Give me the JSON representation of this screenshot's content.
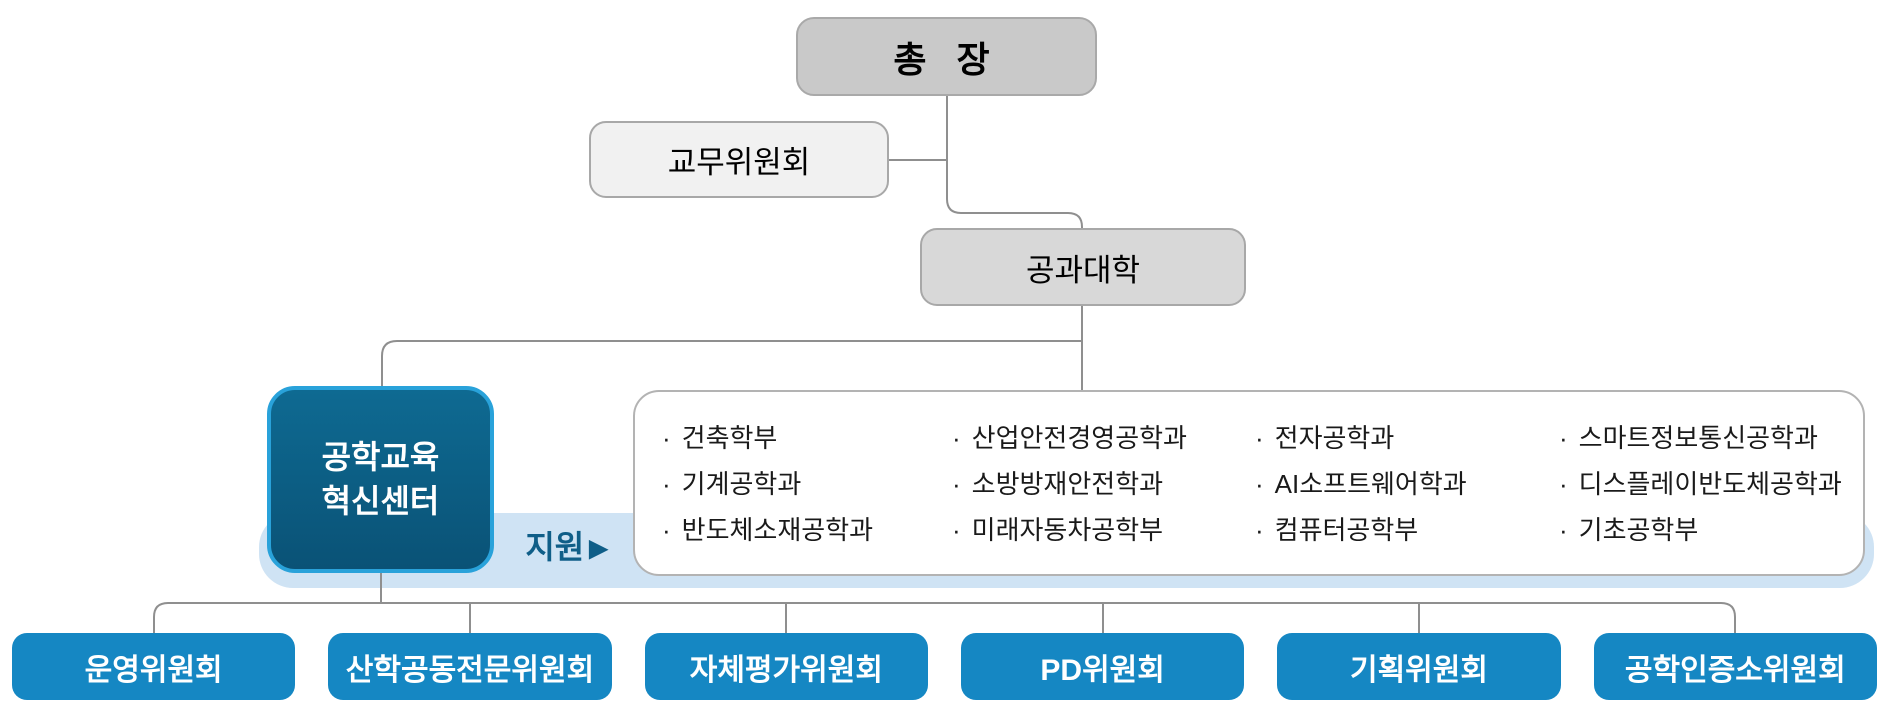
{
  "nodes": {
    "president": "총 장",
    "faculty_committee": "교무위원회",
    "college": "공과대학"
  },
  "center": {
    "line1": "공학교육",
    "line2": "혁신센터",
    "support_label": "지원",
    "support_arrow": "▶"
  },
  "departments": {
    "bullet": "·",
    "columns": [
      [
        "건축학부",
        "기계공학과",
        "반도체소재공학과"
      ],
      [
        "산업안전경영공학과",
        "소방방재안전학과",
        "미래자동차공학부"
      ],
      [
        "전자공학과",
        "AI소프트웨어학과",
        "컴퓨터공학부"
      ],
      [
        "스마트정보통신공학과",
        "디스플레이반도체공학과",
        "기초공학부"
      ]
    ]
  },
  "committees": [
    "운영위원회",
    "산학공동전문위원회",
    "자체평가위원회",
    "PD위원회",
    "기획위원회",
    "공학인증소위원회"
  ],
  "colors": {
    "node_gray": "#c9c9c9",
    "node_lightgray": "#f1f1f1",
    "node_midgray": "#d8d8d8",
    "center_teal": "#0d608a",
    "center_border": "#29a2da",
    "committee_blue": "#1587c3",
    "band_blue": "#cfe3f4",
    "support_text": "#0f5e88",
    "line_gray": "#8f8f8f"
  }
}
